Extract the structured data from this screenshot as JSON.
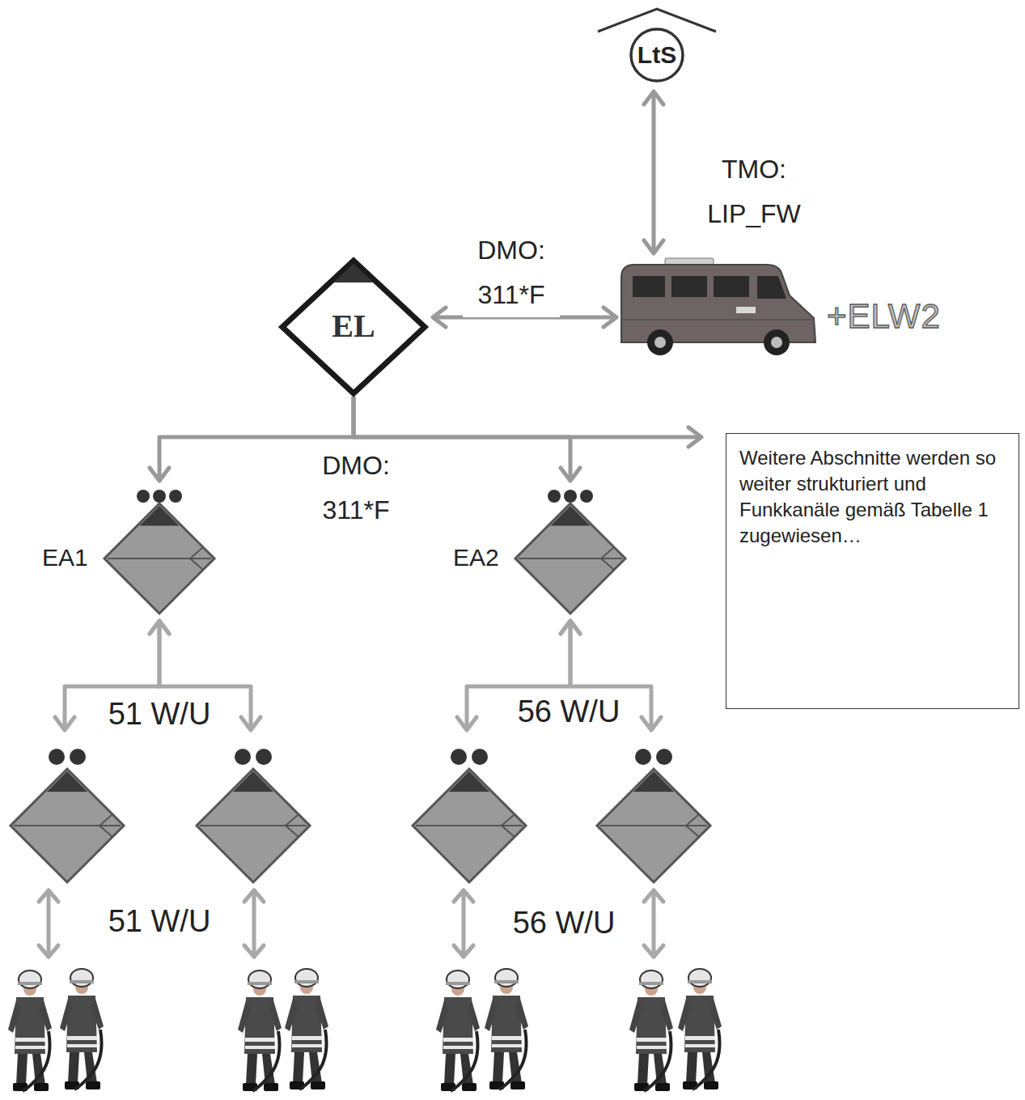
{
  "diagram": {
    "nodes": [
      {
        "text": [
          "LtS"
        ]
      },
      {
        "text": [
          "+ELW2"
        ]
      },
      {
        "text": [
          "EL"
        ]
      },
      {
        "text": [
          "EA1"
        ]
      },
      {
        "text": [
          "EA2"
        ]
      },
      {
        "text": [
          "Weitere Abschnitte werden so weiter strukturiert und Funkkanäle gemäß Tabelle 1 zugewiesen…"
        ]
      },
      {
        "text": []
      },
      {
        "text": []
      },
      {
        "text": []
      },
      {
        "text": []
      }
    ],
    "edges": [
      {
        "from": 0,
        "to": 1,
        "arrow": "both",
        "label": "TMO: LIP_FW"
      },
      {
        "from": 2,
        "to": 1,
        "arrow": "both",
        "label": "DMO: 311*F"
      },
      {
        "from": 2,
        "to": 3,
        "arrow": "to",
        "label": "DMO: 311*F"
      },
      {
        "from": 2,
        "to": 4,
        "arrow": "to"
      },
      {
        "from": 2,
        "to": 5,
        "arrow": "to"
      },
      {
        "from": 3,
        "to": 6,
        "arrow": "both",
        "label": "51 W/U"
      },
      {
        "from": 3,
        "to": 7,
        "arrow": "both"
      },
      {
        "from": 4,
        "to": 8,
        "arrow": "both",
        "label": "56 W/U"
      },
      {
        "from": 4,
        "to": 9,
        "arrow": "both"
      }
    ],
    "labels": [
      "51 W/U",
      "56 W/U"
    ]
  }
}
